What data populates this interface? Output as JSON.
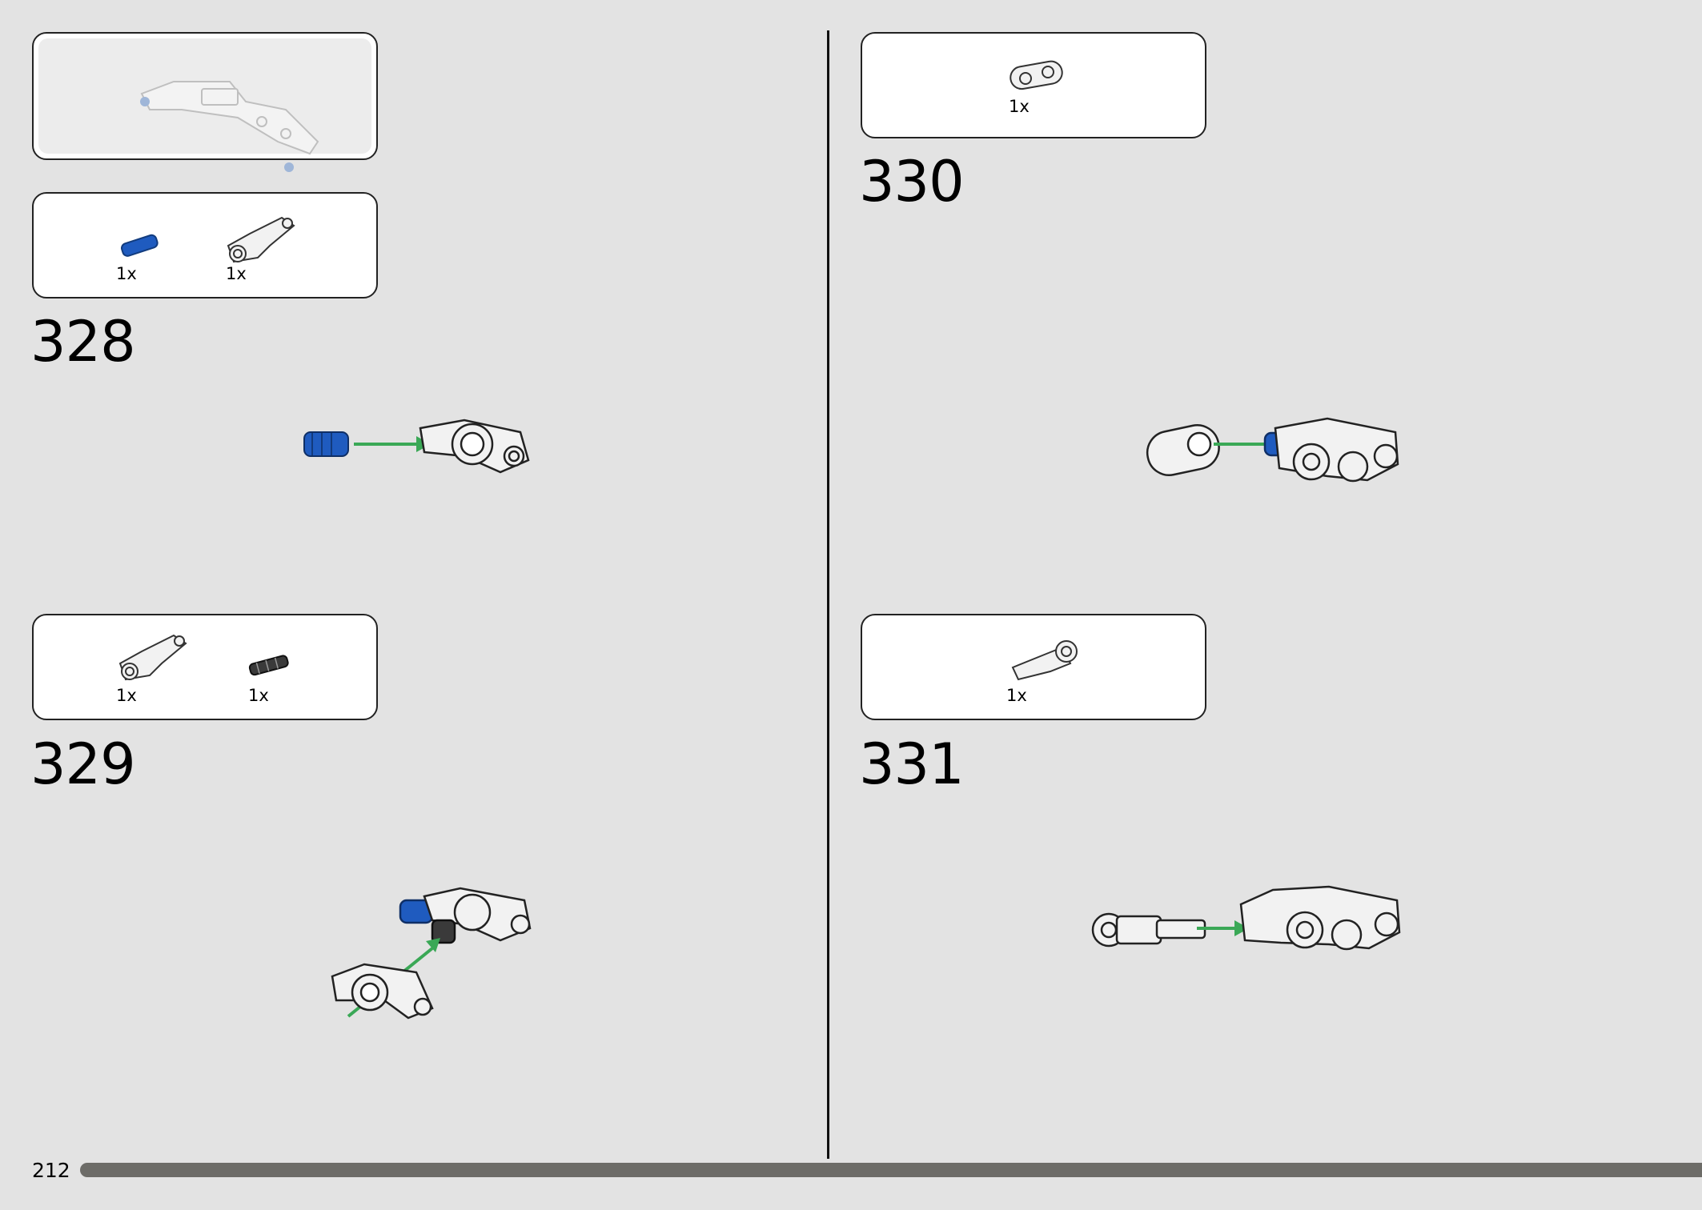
{
  "page": {
    "number": "212"
  },
  "steps": [
    {
      "number": "328",
      "parts": [
        {
          "qty": "1x",
          "part": "blue-pin"
        },
        {
          "qty": "1x",
          "part": "angle-connector"
        }
      ]
    },
    {
      "number": "329",
      "parts": [
        {
          "qty": "1x",
          "part": "angle-connector"
        },
        {
          "qty": "1x",
          "part": "black-pin"
        }
      ]
    },
    {
      "number": "330",
      "parts": [
        {
          "qty": "1x",
          "part": "beam-1x2"
        }
      ]
    },
    {
      "number": "331",
      "parts": [
        {
          "qty": "1x",
          "part": "axle-connector"
        }
      ]
    }
  ],
  "colors": {
    "arrow": "#3aa856",
    "blue_part": "#1f5bbf",
    "background": "#e3e3e3"
  }
}
